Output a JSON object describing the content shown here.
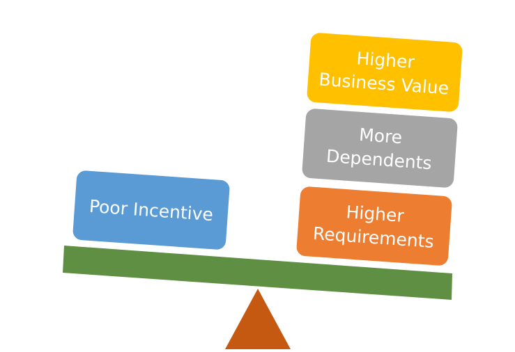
{
  "diagram": {
    "left_side": {
      "label": "Poor Incentive"
    },
    "right_side": [
      {
        "line1": "Higher",
        "line2": "Requirements"
      },
      {
        "line1": "More",
        "line2": "Dependents"
      },
      {
        "line1": "Higher",
        "line2": "Business Value"
      }
    ]
  },
  "colors": {
    "poor_incentive": "#5b9bd5",
    "higher_requirements": "#ed7d31",
    "more_dependents": "#a5a5a5",
    "higher_business_value": "#ffc000",
    "beam": "#70ad47",
    "fulcrum": "#c65911"
  }
}
